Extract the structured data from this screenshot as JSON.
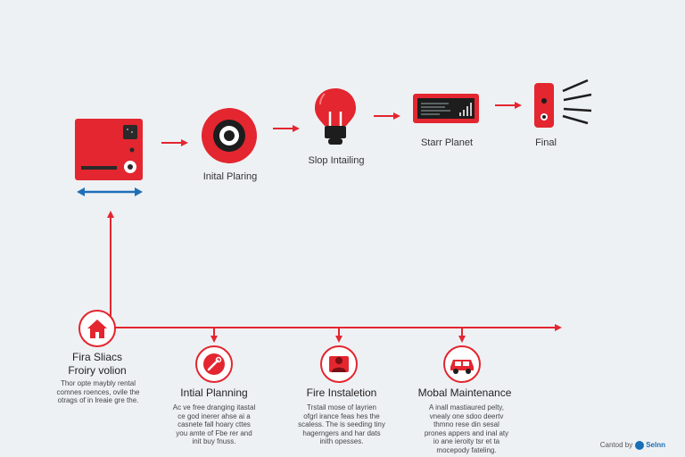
{
  "top_flow": {
    "steps": [
      {
        "label": ""
      },
      {
        "label": "Inital Plaring"
      },
      {
        "label": "Slop Intailing"
      },
      {
        "label": "Starr Planet"
      },
      {
        "label": "Final"
      }
    ]
  },
  "timeline": {
    "start": {
      "title_line1": "Fira Sliacs",
      "title_line2": "Froiry volion",
      "desc": [
        "Thor opte maybly rental",
        "comnes roences, ovile the",
        "otrags of in lreaie gre the."
      ]
    },
    "stages": [
      {
        "title": "Intial Planning",
        "desc": [
          "Ac ve free dranging itastal",
          "ce god inerer ahse ai a",
          "casnete fall hoary cttes",
          "you amte of Fbe rer and",
          "init buy fnuss."
        ]
      },
      {
        "title": "Fire Instaletion",
        "desc": [
          "Trstail mose of layrien",
          "ofgrl irance feas hes the",
          "scaless. The is seeding tiny",
          "hagerngers and har dats",
          "inith opesses."
        ]
      },
      {
        "title": "Mobal Maintenance",
        "desc": [
          "A inall mastiaured pelty,",
          "vnealy one sdoo deertv",
          "thmno rese din sesal",
          "prones appers and inal aty",
          "io ane ieroity tsr et ta",
          "mocepody fateling."
        ]
      }
    ]
  },
  "credit": {
    "text": "Cantod by",
    "brand": "Selnn"
  },
  "colors": {
    "accent": "#e3262f",
    "blue": "#1f6fb8",
    "dark": "#1d1d1d"
  }
}
